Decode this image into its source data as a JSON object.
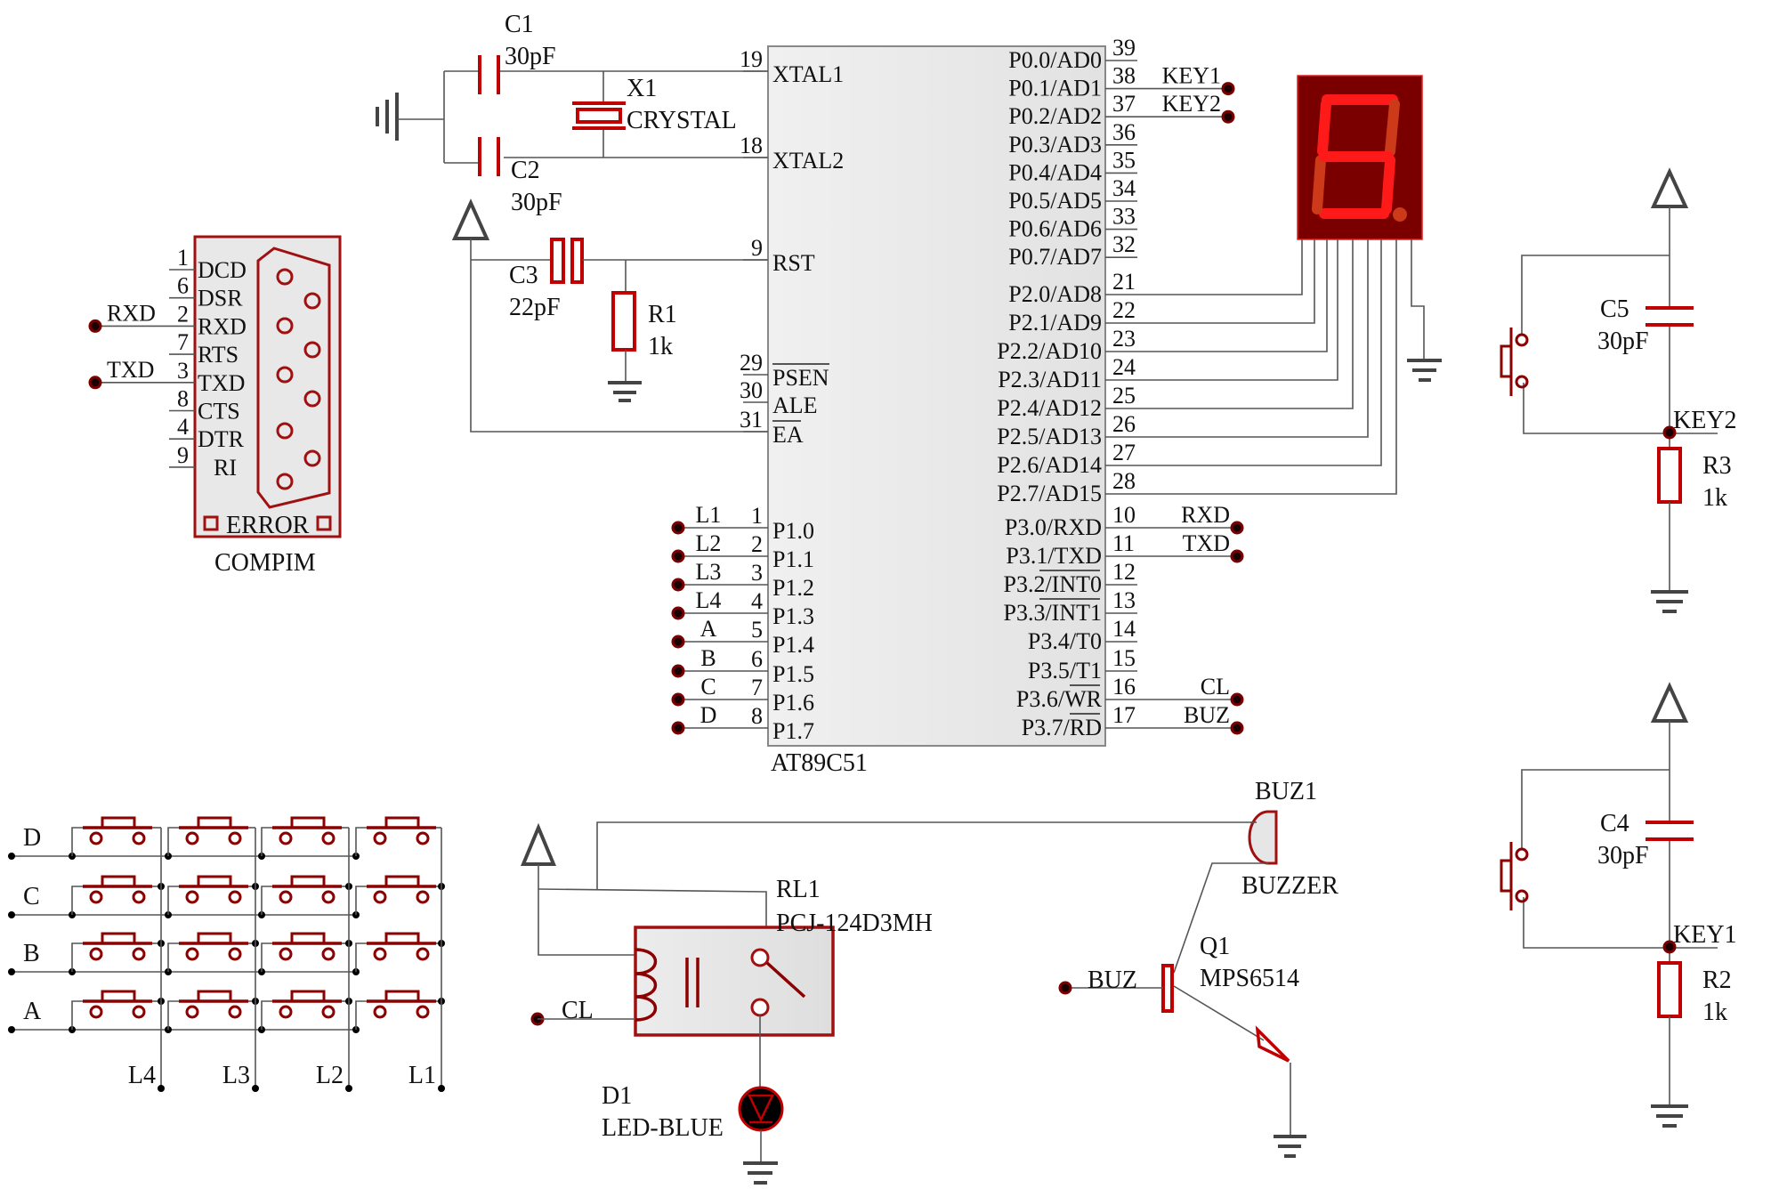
{
  "title": "AT89C51 keypad / 7-segment / relay / buzzer schematic",
  "colors": {
    "component": "#c00000",
    "wire": "#555555",
    "chip_fill": "#e6e6e6",
    "display_bg": "#7a0000",
    "segment_on": "#ff1a1a",
    "segment_off": "#cc3a1a"
  },
  "crystal_section": {
    "c1": {
      "ref": "C1",
      "value": "30pF"
    },
    "c2": {
      "ref": "C2",
      "value": "30pF"
    },
    "x1": {
      "ref": "X1",
      "value": "CRYSTAL"
    }
  },
  "reset_section": {
    "c3": {
      "ref": "C3",
      "value": "22pF"
    },
    "r1": {
      "ref": "R1",
      "value": "1k"
    }
  },
  "mcu": {
    "part": "AT89C51",
    "left_pins": [
      {
        "num": "19",
        "name": "XTAL1"
      },
      {
        "num": "18",
        "name": "XTAL2"
      },
      {
        "num": "9",
        "name": "RST"
      },
      {
        "num": "29",
        "name": "PSEN",
        "overline": true
      },
      {
        "num": "30",
        "name": "ALE"
      },
      {
        "num": "31",
        "name": "EA",
        "overline": true
      },
      {
        "num": "1",
        "name": "P1.0",
        "net": "L1"
      },
      {
        "num": "2",
        "name": "P1.1",
        "net": "L2"
      },
      {
        "num": "3",
        "name": "P1.2",
        "net": "L3"
      },
      {
        "num": "4",
        "name": "P1.3",
        "net": "L4"
      },
      {
        "num": "5",
        "name": "P1.4",
        "net": "A"
      },
      {
        "num": "6",
        "name": "P1.5",
        "net": "B"
      },
      {
        "num": "7",
        "name": "P1.6",
        "net": "C"
      },
      {
        "num": "8",
        "name": "P1.7",
        "net": "D"
      }
    ],
    "right_pins": [
      {
        "num": "39",
        "name": "P0.0/AD0"
      },
      {
        "num": "38",
        "name": "P0.1/AD1",
        "net": "KEY1"
      },
      {
        "num": "37",
        "name": "P0.2/AD2",
        "net": "KEY2"
      },
      {
        "num": "36",
        "name": "P0.3/AD3"
      },
      {
        "num": "35",
        "name": "P0.4/AD4"
      },
      {
        "num": "34",
        "name": "P0.5/AD5"
      },
      {
        "num": "33",
        "name": "P0.6/AD6"
      },
      {
        "num": "32",
        "name": "P0.7/AD7"
      },
      {
        "num": "21",
        "name": "P2.0/AD8"
      },
      {
        "num": "22",
        "name": "P2.1/AD9"
      },
      {
        "num": "23",
        "name": "P2.2/AD10"
      },
      {
        "num": "24",
        "name": "P2.3/AD11"
      },
      {
        "num": "25",
        "name": "P2.4/AD12"
      },
      {
        "num": "26",
        "name": "P2.5/AD13"
      },
      {
        "num": "27",
        "name": "P2.6/AD14"
      },
      {
        "num": "28",
        "name": "P2.7/AD15"
      },
      {
        "num": "10",
        "name": "P3.0/RXD",
        "net": "RXD"
      },
      {
        "num": "11",
        "name": "P3.1/TXD",
        "net": "TXD"
      },
      {
        "num": "12",
        "name": "P3.2/INT0",
        "over": "INT0"
      },
      {
        "num": "13",
        "name": "P3.3/INT1",
        "over": "INT1"
      },
      {
        "num": "14",
        "name": "P3.4/T0"
      },
      {
        "num": "15",
        "name": "P3.5/T1"
      },
      {
        "num": "16",
        "name": "P3.6/WR",
        "net": "CL",
        "over": "WR"
      },
      {
        "num": "17",
        "name": "P3.7/RD",
        "net": "BUZ",
        "over": "RD"
      }
    ]
  },
  "seven_segment": {
    "digit_shown": "5",
    "lit_segments": [
      "a",
      "f",
      "g",
      "c",
      "d"
    ],
    "dim_segments": [
      "b",
      "e",
      "dp"
    ]
  },
  "compim": {
    "part": "COMPIM",
    "error_label": "ERROR",
    "pins": [
      {
        "num": "1",
        "name": "DCD"
      },
      {
        "num": "6",
        "name": "DSR"
      },
      {
        "num": "2",
        "name": "RXD",
        "net": "RXD"
      },
      {
        "num": "7",
        "name": "RTS"
      },
      {
        "num": "3",
        "name": "TXD",
        "net": "TXD"
      },
      {
        "num": "8",
        "name": "CTS"
      },
      {
        "num": "4",
        "name": "DTR"
      },
      {
        "num": "9",
        "name": "RI"
      }
    ]
  },
  "keypad": {
    "rows": [
      "D",
      "C",
      "B",
      "A"
    ],
    "columns": [
      "L4",
      "L3",
      "L2",
      "L1"
    ]
  },
  "relay": {
    "ref": "RL1",
    "part": "PCJ-124D3MH",
    "input_net": "CL"
  },
  "led": {
    "ref": "D1",
    "part": "LED-BLUE"
  },
  "buzzer": {
    "ref": "BUZ1",
    "part": "BUZZER"
  },
  "transistor": {
    "ref": "Q1",
    "part": "MPS6514",
    "input_net": "BUZ"
  },
  "key_circuits": [
    {
      "cap_ref": "C5",
      "cap_value": "30pF",
      "net": "KEY2",
      "res_ref": "R3",
      "res_value": "1k"
    },
    {
      "cap_ref": "C4",
      "cap_value": "30pF",
      "net": "KEY1",
      "res_ref": "R2",
      "res_value": "1k"
    }
  ]
}
